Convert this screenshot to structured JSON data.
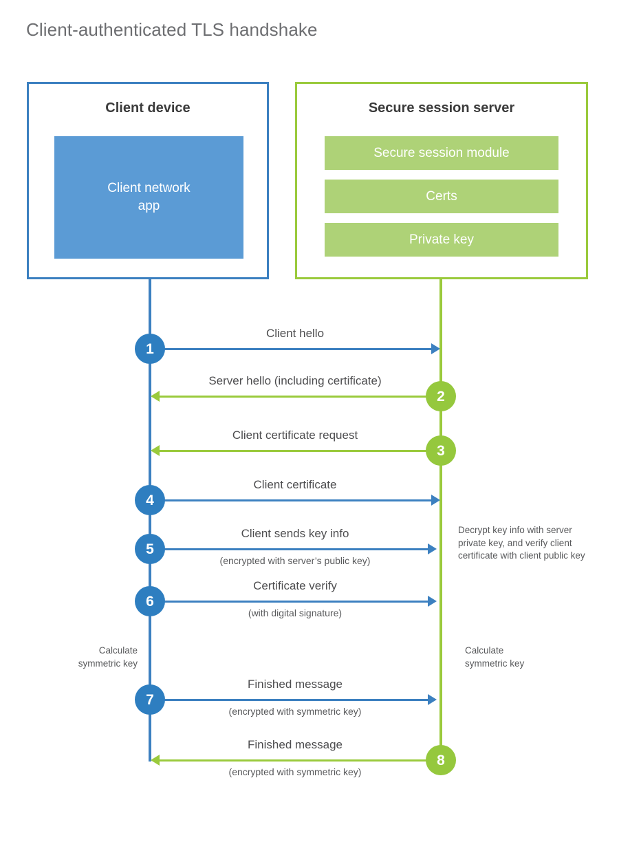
{
  "page": {
    "title": "Client-authenticated TLS handshake",
    "background": "#ffffff"
  },
  "colors": {
    "client_accent": "#3c80c0",
    "client_circle": "#2e7ec0",
    "client_app_fill": "#5b9bd5",
    "server_accent": "#9aca3c",
    "server_circle": "#95c83d",
    "server_bar_fill": "#aed277",
    "title_text": "#6d6e71",
    "body_text": "#58595b"
  },
  "client": {
    "title": "Client device",
    "app_label": "Client network\napp"
  },
  "server": {
    "title": "Secure session server",
    "components": [
      {
        "label": "Secure session module"
      },
      {
        "label": "Certs"
      },
      {
        "label": "Private key"
      }
    ]
  },
  "messages": [
    {
      "step": "1",
      "label": "Client hello",
      "sublabel": "",
      "direction": "client-to-server",
      "color": "blue"
    },
    {
      "step": "2",
      "label": "Server hello (including certificate)",
      "sublabel": "",
      "direction": "server-to-client",
      "color": "green"
    },
    {
      "step": "3",
      "label": "Client certificate request",
      "sublabel": "",
      "direction": "server-to-client",
      "color": "green"
    },
    {
      "step": "4",
      "label": "Client certificate",
      "sublabel": "",
      "direction": "client-to-server",
      "color": "blue"
    },
    {
      "step": "5",
      "label": "Client sends key info",
      "sublabel": "(encrypted with server’s public key)",
      "direction": "client-to-server",
      "color": "blue"
    },
    {
      "step": "6",
      "label": "Certificate verify",
      "sublabel": "(with digital signature)",
      "direction": "client-to-server",
      "color": "blue"
    },
    {
      "step": "7",
      "label": "Finished message",
      "sublabel": "(encrypted with symmetric key)",
      "direction": "client-to-server",
      "color": "blue"
    },
    {
      "step": "8",
      "label": "Finished message",
      "sublabel": "(encrypted with symmetric key)",
      "direction": "server-to-client",
      "color": "green"
    }
  ],
  "notes": {
    "server_decrypt": "Decrypt key info with server private key, and verify client certificate with client public key",
    "client_symmetric_key": "Calculate\nsymmetric key",
    "server_symmetric_key": "Calculate\nsymmetric key"
  }
}
